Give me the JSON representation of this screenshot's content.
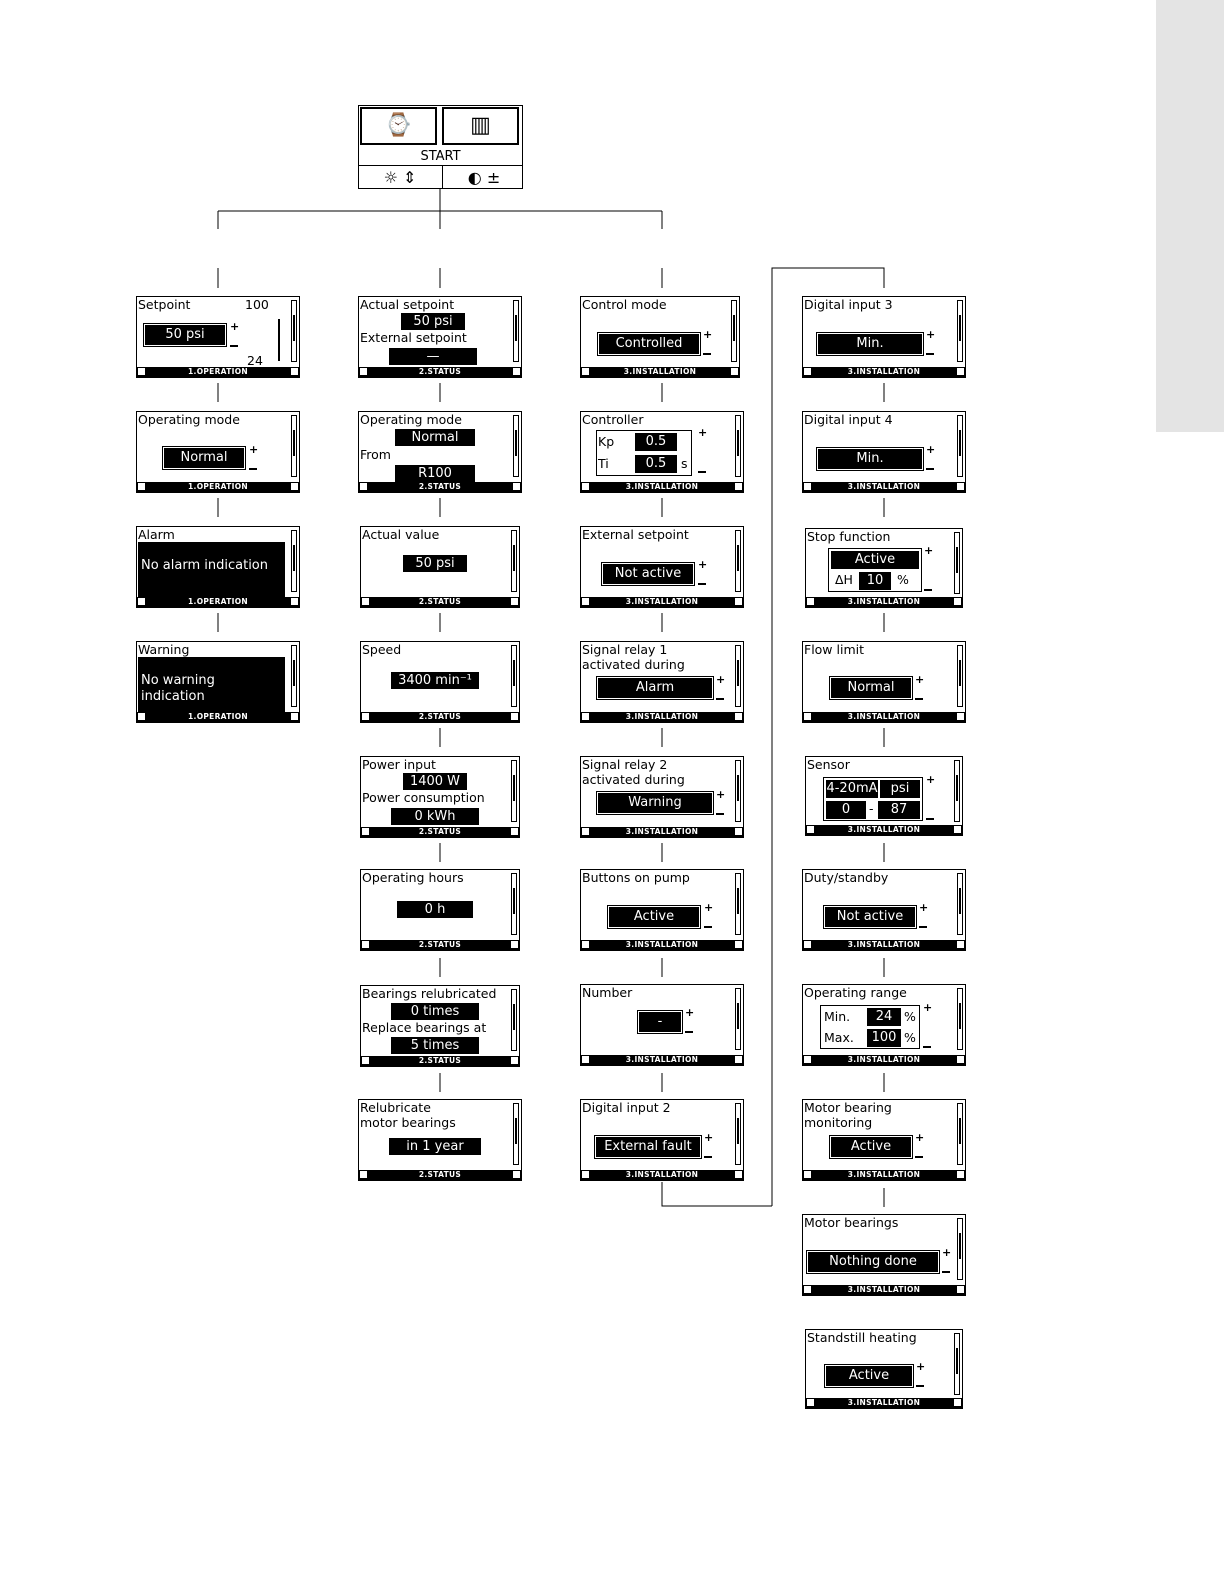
{
  "start": {
    "label": "START",
    "icon_left": "menu-icon",
    "icon_right": "remote-control-icon",
    "icon_bottom_left": "light-icon",
    "icon_bottom_right": "contrast-icon"
  },
  "menu": {
    "operation": {
      "footer": "1.OPERATION",
      "setpoint": {
        "title": "Setpoint",
        "value": "50 psi",
        "max": "100",
        "min": "24"
      },
      "operating_mode": {
        "title": "Operating mode",
        "value": "Normal"
      },
      "alarm": {
        "title": "Alarm",
        "message": "No alarm indication"
      },
      "warning": {
        "title": "Warning",
        "message": "No warning indication"
      }
    },
    "status": {
      "footer": "2.STATUS",
      "actual_setpoint": {
        "title": "Actual setpoint",
        "value": "50 psi",
        "sub_title": "External setpoint",
        "sub_value": "—"
      },
      "operating_mode": {
        "title": "Operating mode",
        "value": "Normal",
        "sub_title": "From",
        "sub_value": "R100"
      },
      "actual_value": {
        "title": "Actual value",
        "value": "50 psi"
      },
      "speed": {
        "title": "Speed",
        "value": "3400 min⁻¹"
      },
      "power": {
        "title": "Power input",
        "value": "1400 W",
        "sub_title": "Power consumption",
        "sub_value": "0 kWh"
      },
      "operating_hours": {
        "title": "Operating hours",
        "value": "0 h"
      },
      "bearings": {
        "title": "Bearings relubricated",
        "value": "0 times",
        "sub_title": "Replace bearings at",
        "sub_value": "5 times"
      },
      "relubricate": {
        "title": "Relubricate",
        "title2": "motor bearings",
        "value": "in 1 year"
      }
    },
    "installation": {
      "footer": "3.INSTALLATION",
      "control_mode": {
        "title": "Control mode",
        "value": "Controlled"
      },
      "controller": {
        "title": "Controller",
        "kp_label": "Kp",
        "kp": "0.5",
        "ti_label": "Ti",
        "ti": "0.5",
        "ti_unit": "s"
      },
      "external_setpoint": {
        "title": "External setpoint",
        "value": "Not active"
      },
      "relay1": {
        "title": "Signal relay 1",
        "title2": "activated during",
        "value": "Alarm"
      },
      "relay2": {
        "title": "Signal relay 2",
        "title2": "activated during",
        "value": "Warning"
      },
      "buttons": {
        "title": "Buttons on pump",
        "value": "Active"
      },
      "number": {
        "title": "Number",
        "value": "-"
      },
      "digital2": {
        "title": "Digital input 2",
        "value": "External fault"
      },
      "digital3": {
        "title": "Digital input 3",
        "value": "Min."
      },
      "digital4": {
        "title": "Digital input 4",
        "value": "Min."
      },
      "stop_function": {
        "title": "Stop function",
        "value": "Active",
        "dh_label": "ΔH",
        "dh": "10",
        "unit": "%"
      },
      "flow_limit": {
        "title": "Flow limit",
        "value": "Normal"
      },
      "sensor": {
        "title": "Sensor",
        "signal": "4-20mA",
        "unit": "psi",
        "min": "0",
        "dash": "-",
        "max": "87"
      },
      "duty": {
        "title": "Duty/standby",
        "value": "Not active"
      },
      "range": {
        "title": "Operating range",
        "min_label": "Min.",
        "min": "24",
        "max_label": "Max.",
        "max": "100",
        "unit": "%"
      },
      "motor_monitoring": {
        "title": "Motor bearing",
        "title2": "monitoring",
        "value": "Active"
      },
      "motor_bearings": {
        "title": "Motor bearings",
        "value": "Nothing done"
      },
      "standstill": {
        "title": "Standstill heating",
        "value": "Active"
      }
    }
  }
}
